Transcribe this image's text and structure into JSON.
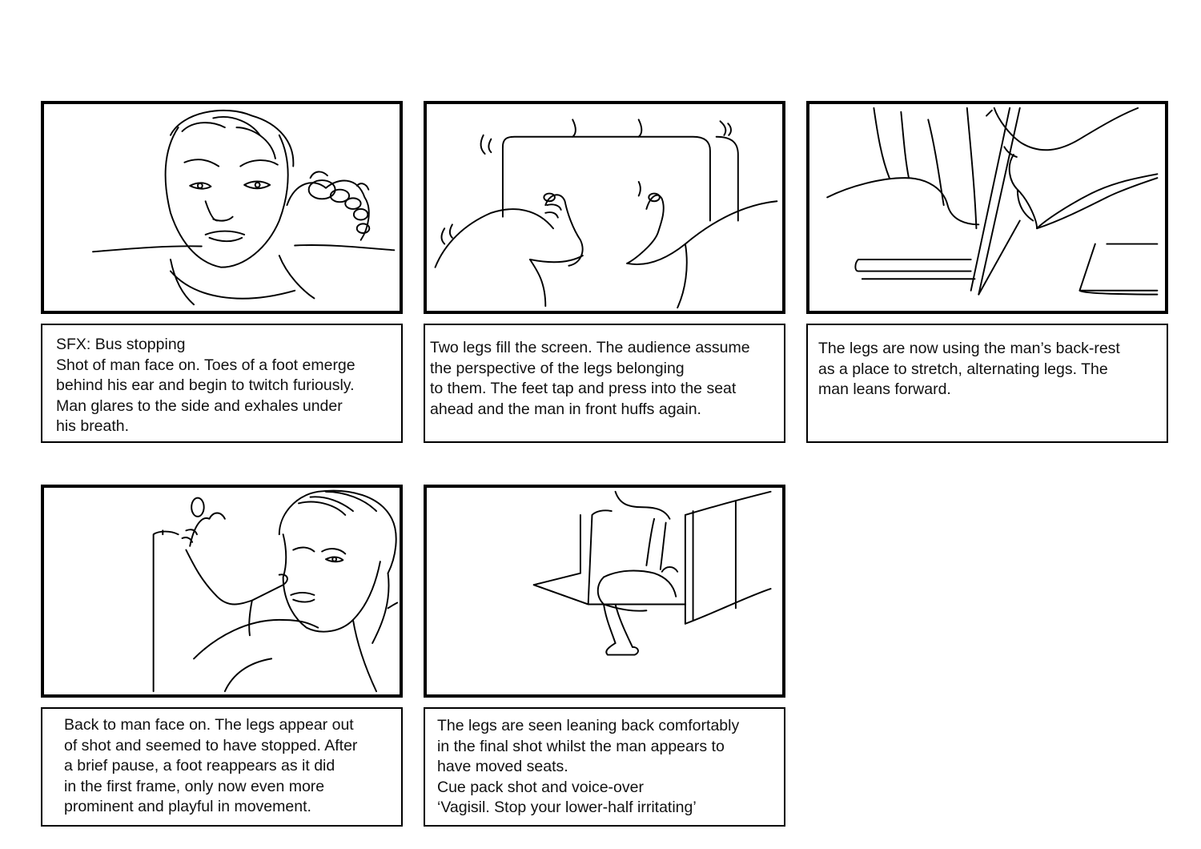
{
  "panels": [
    {
      "caption_lines": [
        "SFX: Bus stopping",
        "Shot of man face on. Toes of a foot emerge",
        "behind his ear and begin to twitch furiously.",
        "Man glares to the side and exhales under",
        "his breath."
      ]
    },
    {
      "caption_lines": [
        "Two legs fill the screen. The audience assume",
        "the perspective of the legs belonging",
        "to them. The feet tap and press into the seat",
        "ahead and the man in front huffs again."
      ]
    },
    {
      "caption_lines": [
        "The legs are now using the man’s back-rest",
        "as a place to stretch, alternating legs. The",
        "man leans forward."
      ]
    },
    {
      "caption_lines": [
        "Back to man face on. The legs appear out",
        "of shot and seemed to have stopped. After",
        "a brief pause, a foot reappears as it did",
        "in the first frame, only now even more",
        "prominent and playful in movement."
      ]
    },
    {
      "caption_lines": [
        "The legs are seen leaning back comfortably",
        "in the final shot whilst the man appears to",
        "have moved seats.",
        "Cue pack shot and voice-over",
        "‘Vagisil. Stop your lower-half irritating’"
      ]
    }
  ]
}
